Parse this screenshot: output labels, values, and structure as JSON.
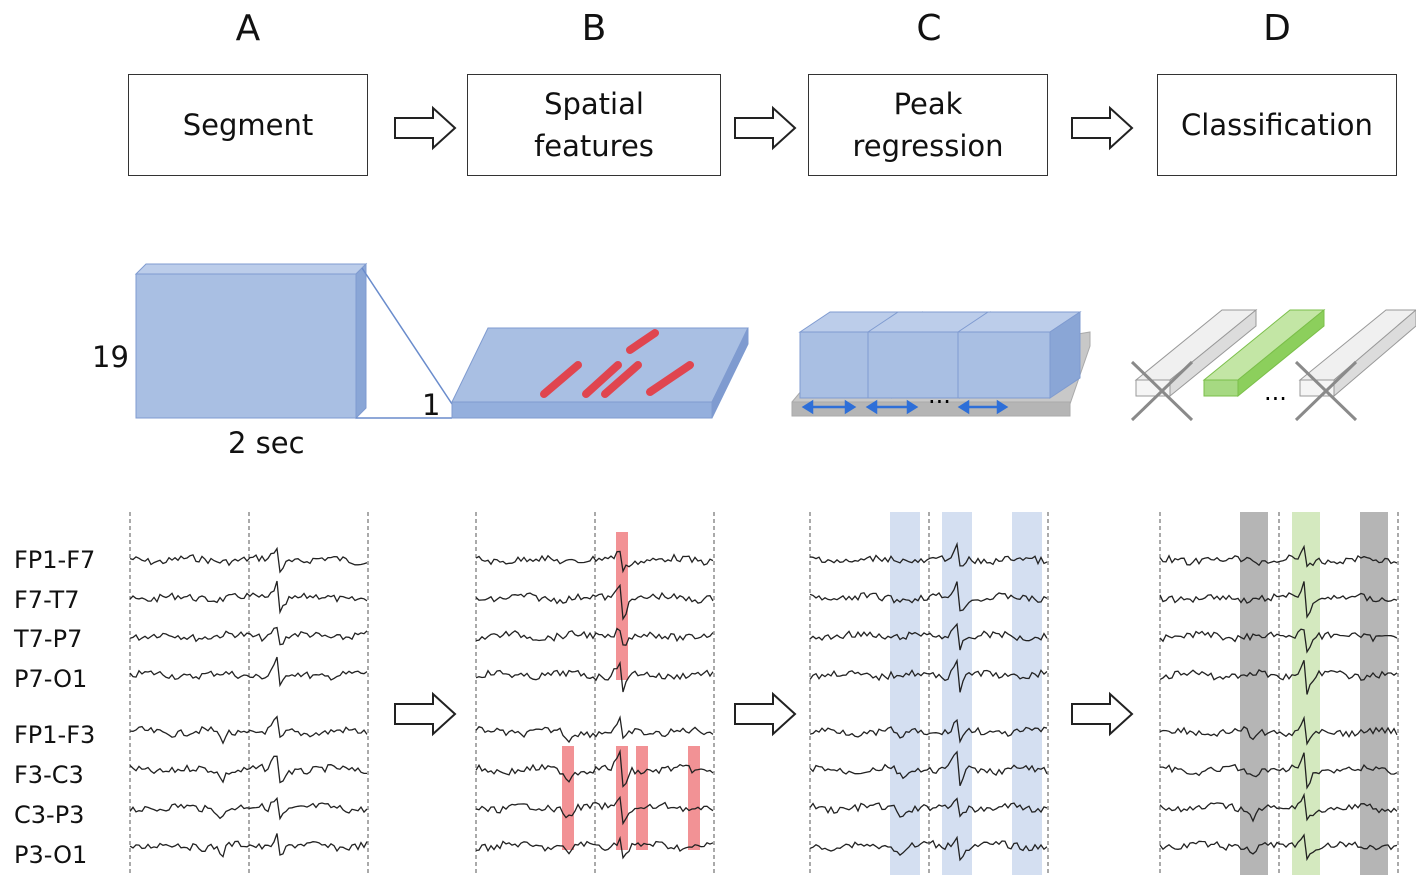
{
  "columns": [
    {
      "letter": "A",
      "step": "Segment"
    },
    {
      "letter": "B",
      "step": "Spatial\nfeatures"
    },
    {
      "letter": "C",
      "step": "Peak\nregression"
    },
    {
      "letter": "D",
      "step": "Classification"
    }
  ],
  "segment_block": {
    "height_label": "19",
    "width_label": "2 sec",
    "depth_label": "1"
  },
  "regression_ellipsis": "...",
  "classification_ellipsis": "...",
  "channels": [
    "FP1-F7",
    "F7-T7",
    "T7-P7",
    "P7-O1",
    "FP1-F3",
    "F3-C3",
    "C3-P3",
    "P3-O1"
  ],
  "colors": {
    "block_fill": "#a9bfe3",
    "block_edge": "#7f9bd0",
    "feature_red": "#e0454f",
    "highlight_red": "#f07f82",
    "highlight_blue": "#c9d7ee",
    "highlight_gray": "#a8a8a8",
    "highlight_green": "#cfe7b8",
    "selected_green": "#a6d982",
    "arrow_blue": "#2e6fd8"
  }
}
